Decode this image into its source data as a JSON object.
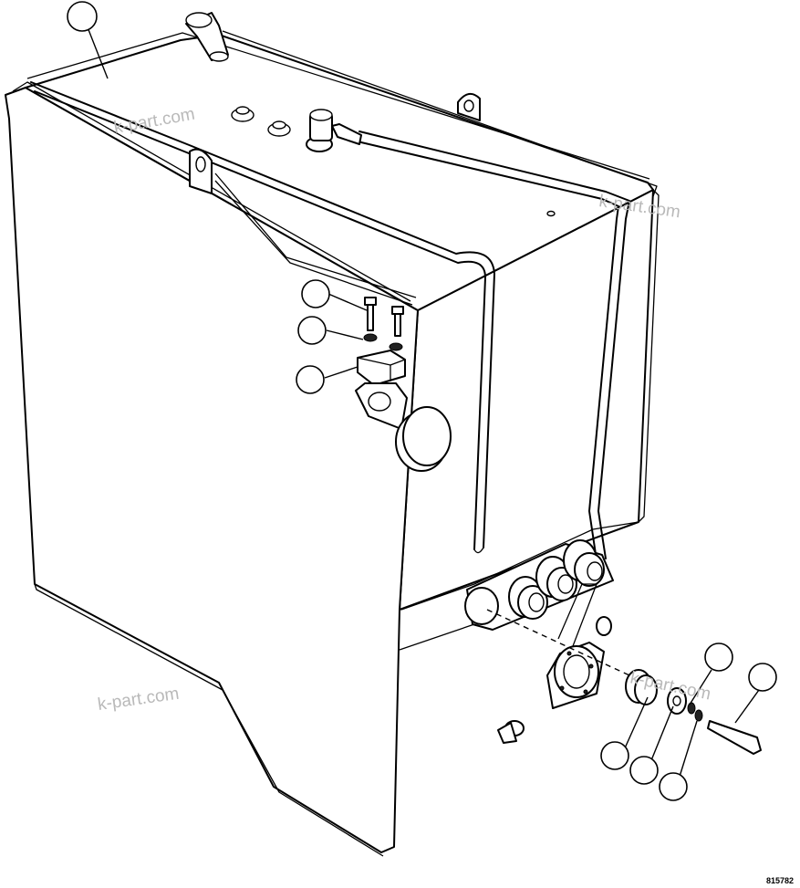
{
  "watermarks": [
    "k-part.com",
    "k-part.com",
    "k-part.com",
    "k-part.com"
  ],
  "drawing_number": "815782",
  "callouts": [
    {
      "id": "tank"
    },
    {
      "id": "bolt"
    },
    {
      "id": "washer"
    },
    {
      "id": "clamp"
    },
    {
      "id": "plug-ring"
    },
    {
      "id": "plate"
    },
    {
      "id": "lock-washer"
    },
    {
      "id": "screw"
    }
  ]
}
